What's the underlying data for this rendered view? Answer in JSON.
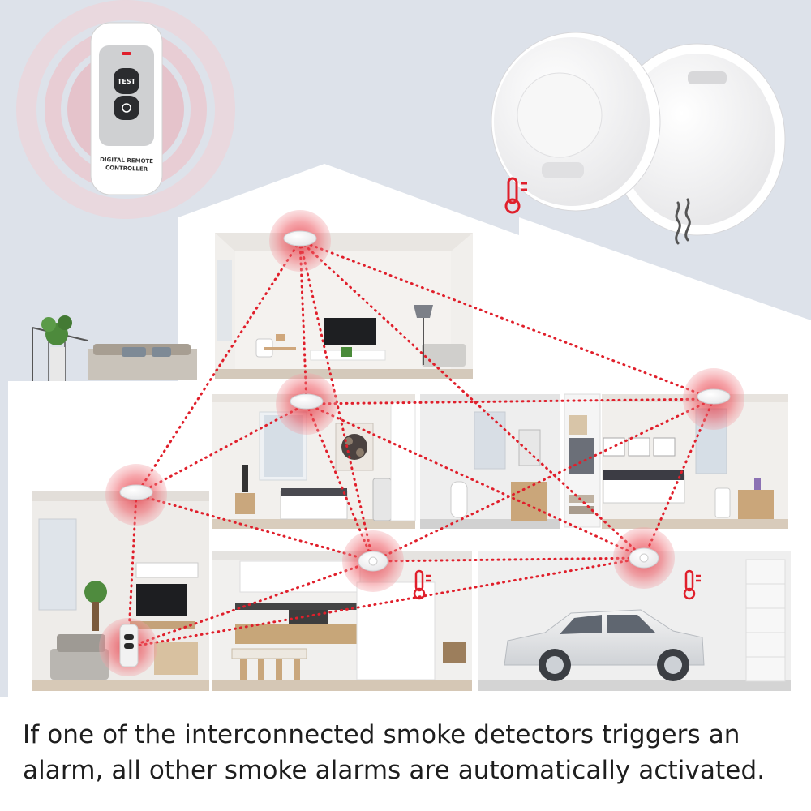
{
  "remote": {
    "label_line1": "DIGITAL REMOTE",
    "label_line2": "CONTROLLER",
    "test_button_label": "TEST"
  },
  "caption": {
    "line1": "If one of the interconnected smoke detectors triggers an",
    "line2": "alarm, all other smoke alarms are automatically activated."
  },
  "colors": {
    "alarm_red": "#e01f2b",
    "sky": "#dde2ea",
    "house_wall": "#ffffff"
  }
}
